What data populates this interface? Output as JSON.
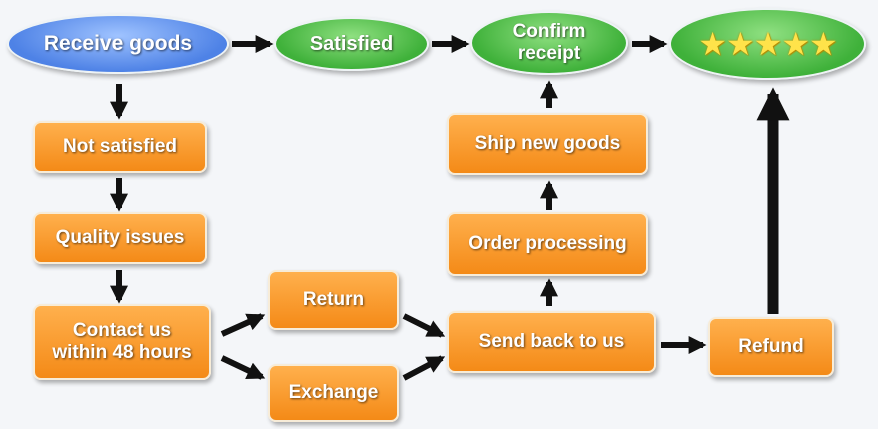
{
  "nodes": {
    "receive_goods": "Receive goods",
    "satisfied": "Satisfied",
    "confirm_receipt": "Confirm receipt",
    "rating": "★★★★★",
    "not_satisfied": "Not satisfied",
    "quality_issues": "Quality issues",
    "contact_us": "Contact us within 48 hours",
    "return": "Return",
    "exchange": "Exchange",
    "send_back": "Send back to us",
    "order_processing": "Order processing",
    "ship_new_goods": "Ship new goods",
    "refund": "Refund"
  },
  "colors": {
    "orange": "#f48a17",
    "blue": "#4e82e6",
    "green": "#3fb13a",
    "star": "#ffe34a",
    "arrow": "#111111"
  },
  "rating_stars": 5
}
